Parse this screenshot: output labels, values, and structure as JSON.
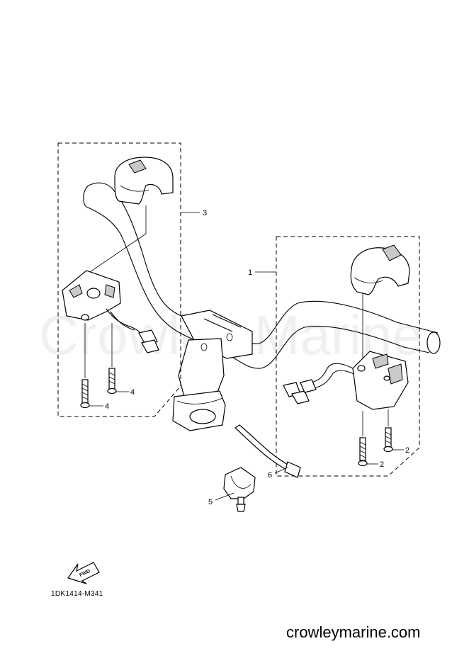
{
  "watermark": "Crowley Marine",
  "callouts": {
    "c1": "1",
    "c2a": "2",
    "c2b": "2",
    "c3": "3",
    "c4a": "4",
    "c4b": "4",
    "c5": "5",
    "c6": "6"
  },
  "fwd_label": "FWD",
  "diagram_code": "1DK1414-M341",
  "site_url": "crowleymarine.com",
  "icons": {
    "fwd": "fwd-arrow-icon"
  }
}
